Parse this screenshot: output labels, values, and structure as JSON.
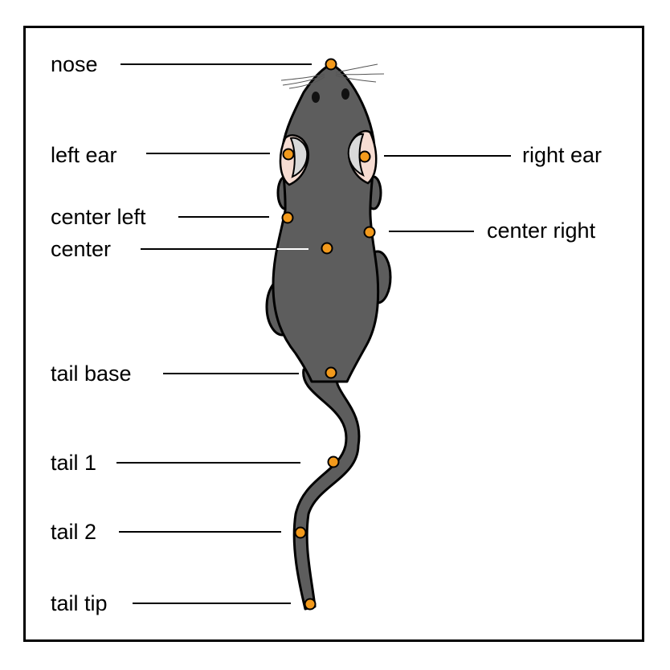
{
  "title": "",
  "colors": {
    "body": "#5d5d5d",
    "outline": "#000000",
    "ear_inner": "#f6dcd2",
    "ear_gray": "#d9d9d9",
    "keypoint": "#f39a1c",
    "leader": "#000000",
    "leader_on_body": "#ffffff"
  },
  "keypoints": [
    {
      "id": "nose",
      "label": "nose"
    },
    {
      "id": "left-ear",
      "label": "left ear"
    },
    {
      "id": "right-ear",
      "label": "right ear"
    },
    {
      "id": "center-left",
      "label": "center left"
    },
    {
      "id": "center-right",
      "label": "center right"
    },
    {
      "id": "center",
      "label": "center"
    },
    {
      "id": "tail-base",
      "label": "tail base"
    },
    {
      "id": "tail-1",
      "label": "tail 1"
    },
    {
      "id": "tail-2",
      "label": "tail 2"
    },
    {
      "id": "tail-tip",
      "label": "tail tip"
    }
  ]
}
